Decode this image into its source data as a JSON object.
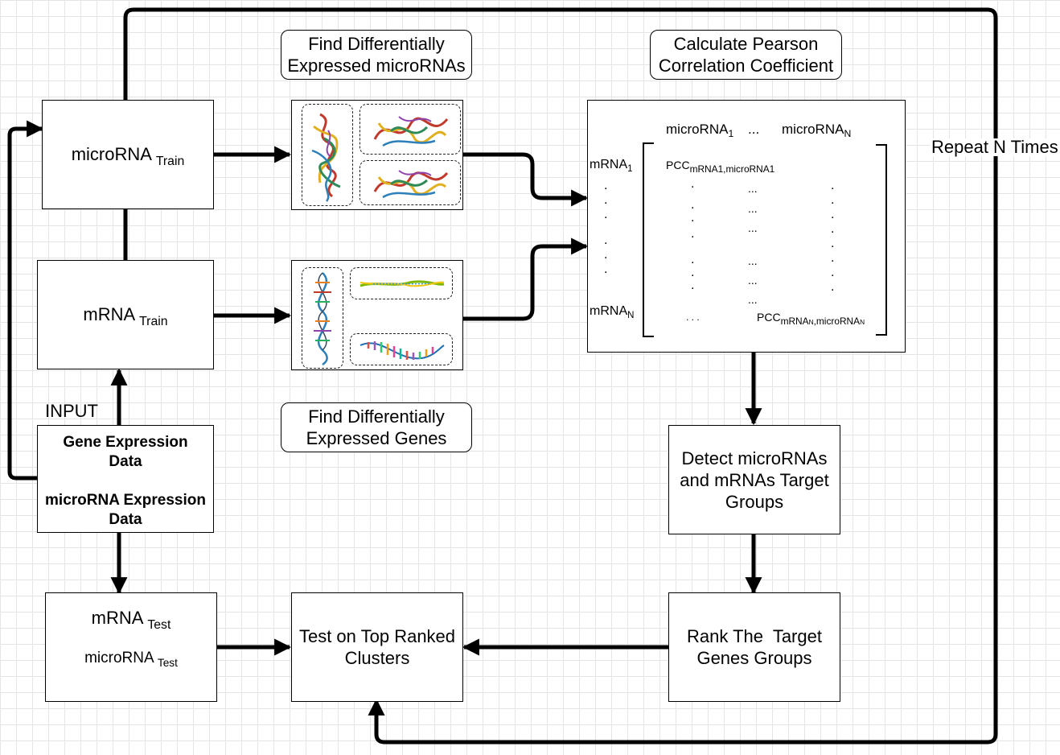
{
  "titles": {
    "find_mirna": [
      "Find Differentially",
      "Expressed microRNAs"
    ],
    "find_genes": [
      "Find Differentially",
      "Expressed Genes"
    ],
    "pearson": [
      "Calculate Pearson",
      "Correlation Coefficient"
    ]
  },
  "boxes": {
    "microrna_train": {
      "main": "microRNA",
      "sub": "Train"
    },
    "mrna_train": {
      "main": "mRNA",
      "sub": "Train"
    },
    "input_box": {
      "line1": "Gene Expression",
      "line2": "Data",
      "line3": "microRNA Expression",
      "line4": "Data"
    },
    "test_box": {
      "mrna_main": "mRNA",
      "mrna_sub": "Test",
      "mirna_main": "microRNA",
      "mirna_sub": "Test"
    },
    "test_clusters": [
      "Test on Top Ranked",
      "Clusters"
    ],
    "detect_groups": [
      "Detect microRNAs",
      "and mRNAs Target",
      "Groups"
    ],
    "rank_groups": [
      "Rank The  Target",
      "Genes Groups"
    ]
  },
  "labels": {
    "input": "INPUT",
    "repeat": "Repeat N Times"
  },
  "matrix": {
    "col1_main": "microRNA",
    "col1_sub": "1",
    "col_ellipsis": "...",
    "colN_main": "microRNA",
    "colN_sub": "N",
    "row1_main": "mRNA",
    "row1_sub": "1",
    "rowN_main": "mRNA",
    "rowN_sub": "N",
    "pcc_main": "PCC",
    "pcc1_sub": "mRNA1,microRNA1",
    "pccN_sub_a": "mRNA",
    "pccN_sub_a_sub": "N",
    "pccN_sub_b": ",microRNA",
    "pccN_sub_b_sub": "N",
    "dot": ".",
    "ellipsis": "...",
    "last_row_dots": ". . ."
  },
  "colors": {
    "line": "#000000",
    "grid": "#e4e4e4"
  },
  "icons": [
    "rna-3d-structure-icon",
    "rna-helix-icon"
  ]
}
